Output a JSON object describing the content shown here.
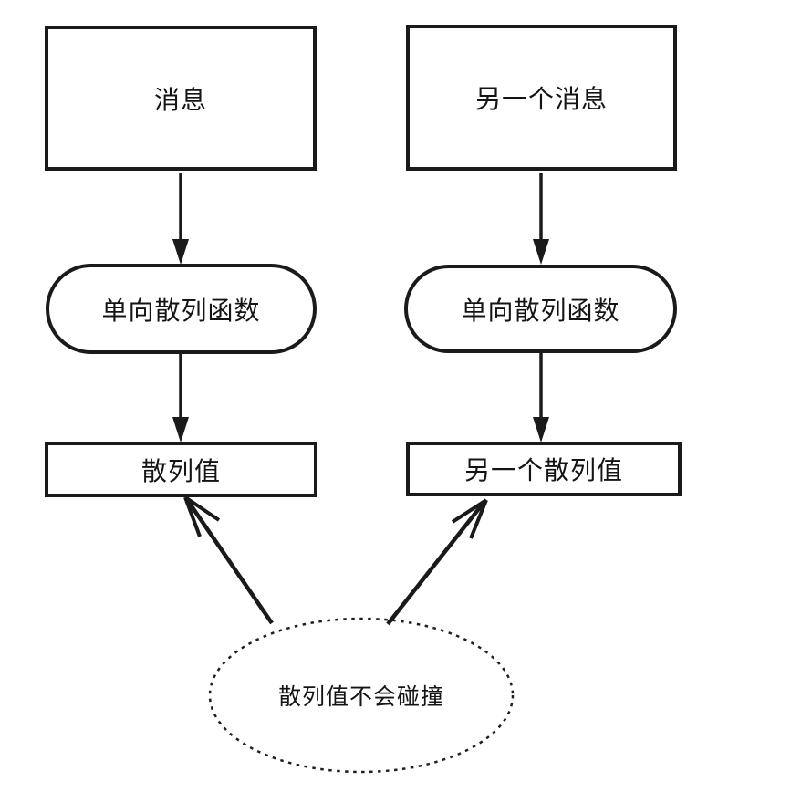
{
  "diagram": {
    "columns": {
      "left": {
        "message": "消息",
        "hash_function": "单向散列函数",
        "hash_value": "散列值"
      },
      "right": {
        "message": "另一个消息",
        "hash_function": "单向散列函数",
        "hash_value": "另一个散列值"
      }
    },
    "collision_note": {
      "label": "散列值不会碰撞"
    },
    "colors": {
      "line": "#1a1a1a",
      "background": "#ffffff",
      "text": "#141414"
    }
  }
}
